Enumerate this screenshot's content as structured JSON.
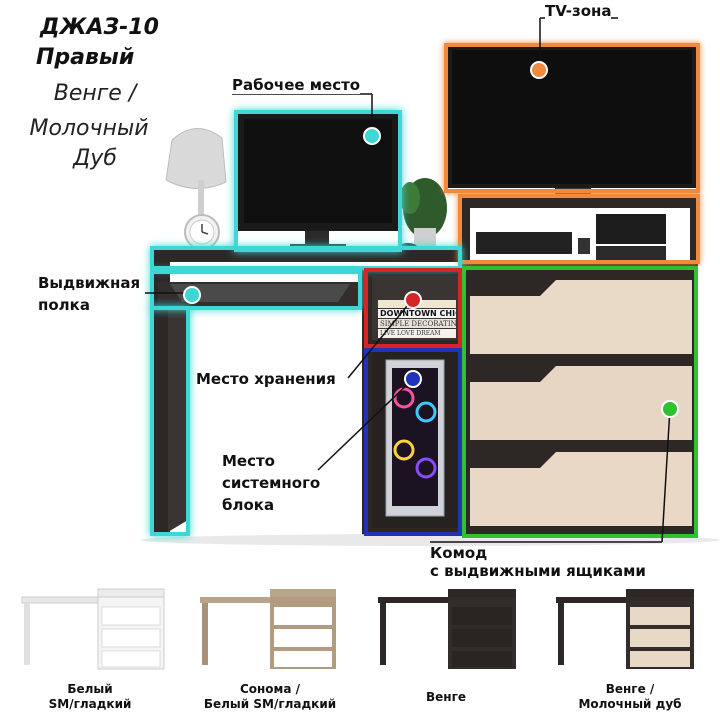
{
  "header": {
    "model": "ДЖАЗ-10",
    "side": "Правый",
    "color_line1": "Венге /",
    "color_line2": "Молочный",
    "color_line3": "Дуб"
  },
  "zones": {
    "tv": "TV-зона",
    "workplace": "Рабочее место",
    "pullout_line1": "Выдвижная",
    "pullout_line2": "полка",
    "storage": "Место хранения",
    "sysunit_line1": "Место",
    "sysunit_line2": "системного",
    "sysunit_line3": "блока",
    "dresser_line1": "Комод",
    "dresser_line2": "с  выдвижными ящиками"
  },
  "book_spines": [
    "DOWNTOWN CHIC",
    "SIMPLE DECORATING",
    "LIVE LOVE DREAM"
  ],
  "variants": [
    {
      "line1": "Белый",
      "line2": "SM/гладкий"
    },
    {
      "line1": "Сонома /",
      "line2": "Белый SM/гладкий"
    },
    {
      "line1": "Венге",
      "line2": ""
    },
    {
      "line1": "Венге /",
      "line2": "Молочный дуб"
    }
  ],
  "colors": {
    "tv_zone": "#f08a3c",
    "workplace": "#3fd6d6",
    "storage": "#d42626",
    "sysunit": "#2233bb",
    "dresser": "#2fc12f",
    "wenge": "#2a2624",
    "milk_oak": "#e8d8c6"
  }
}
